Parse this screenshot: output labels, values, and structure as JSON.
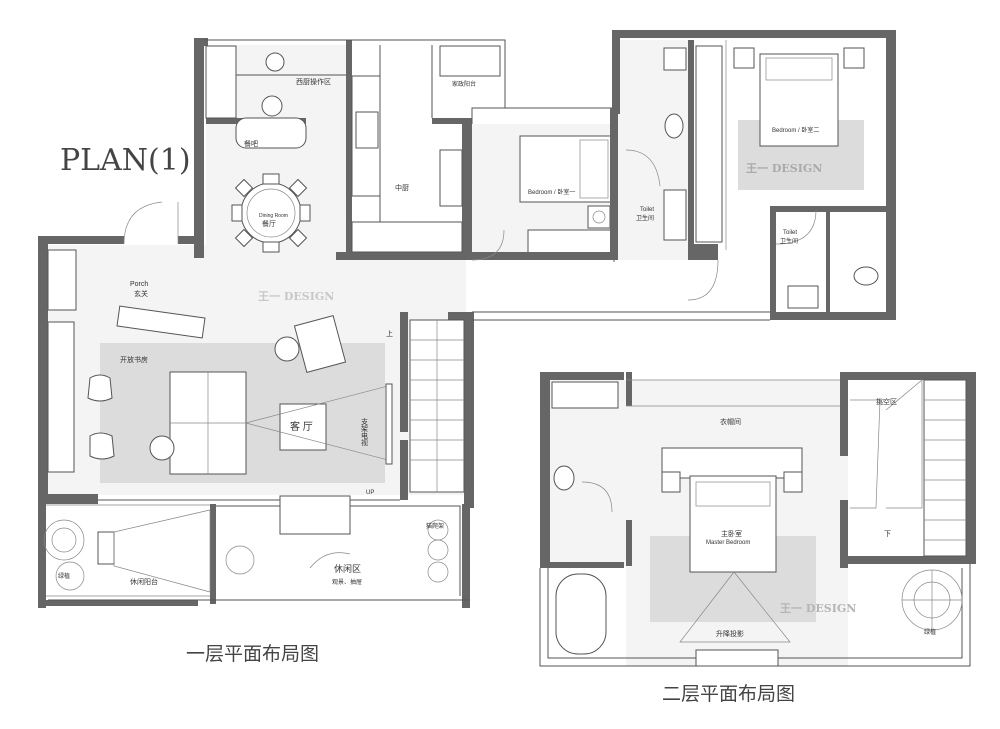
{
  "plan_title": "PLAN(1)",
  "floor1": {
    "caption": "一层平面布局图",
    "watermark": "王一 DESIGN",
    "labels": {
      "western_kitchen": "西厨操作区",
      "bar": "餐吧",
      "laundry_balcony": "家政阳台",
      "chinese_kitchen": "中厨",
      "dining_en": "Dining Room",
      "dining_cn": "餐厅",
      "bedroom1": "Bedroom / 卧室一",
      "toilet_en": "Toilet",
      "toilet_cn": "卫生间",
      "bedroom2": "Bedroom / 卧室二",
      "toilet2_en": "Toilet",
      "toilet2_cn": "卫生间",
      "porch_en": "Porch",
      "porch_cn": "玄关",
      "study": "开放书房",
      "living": "客 厅",
      "tv": "支架电视",
      "up_cn": "上",
      "up_en": "UP",
      "leisure_balcony": "休闲阳台",
      "leisure_area": "休闲区",
      "leisure_sub": "观景、抽屉",
      "cat_tree": "猫爬架",
      "plant": "绿植"
    }
  },
  "floor2": {
    "caption": "二层平面布局图",
    "watermark": "王一 DESIGN",
    "labels": {
      "cloakroom": "衣帽间",
      "void": "挑空区",
      "master_cn": "主卧室",
      "master_en": "Master Bedroom",
      "down": "下",
      "projection": "升降投影",
      "plant": "绿植"
    }
  },
  "colors": {
    "wall": "#666666",
    "rug": "#dcdcdc",
    "ink": "#333333"
  }
}
